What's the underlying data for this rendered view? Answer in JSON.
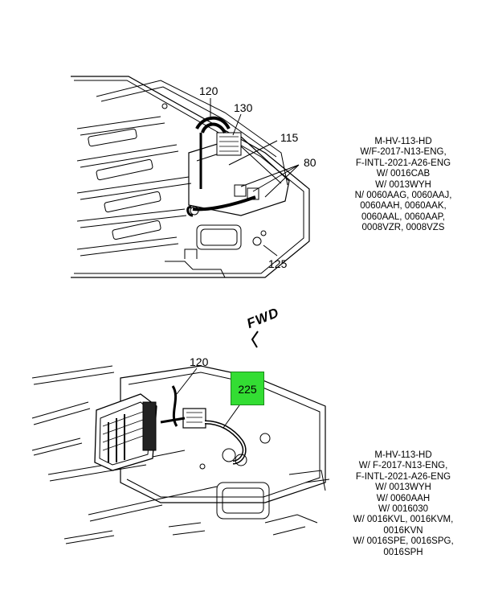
{
  "top_view": {
    "callouts": {
      "c120": "120",
      "c130": "130",
      "c115": "115",
      "c80": "80",
      "c125": "125"
    },
    "notes": [
      "M-HV-113-HD",
      "W/F-2017-N13-ENG,",
      "F-INTL-2021-A26-ENG",
      "W/ 0016CAB",
      "W/ 0013WYH",
      "N/ 0060AAG, 0060AAJ,",
      "0060AAH, 0060AAK,",
      "0060AAL, 0060AAP,",
      "0008VZR, 0008VZS"
    ]
  },
  "direction_label": "FWD",
  "bottom_view": {
    "callouts": {
      "c120": "120",
      "c225": "225"
    },
    "highlight_color": "#33dd33",
    "notes": [
      "M-HV-113-HD",
      "W/ F-2017-N13-ENG,",
      "F-INTL-2021-A26-ENG",
      "W/ 0013WYH",
      "W/ 0060AAH",
      "W/ 0016030",
      "W/ 0016KVL, 0016KVM,",
      "0016KVN",
      "W/ 0016SPE, 0016SPG,",
      "0016SPH"
    ]
  }
}
